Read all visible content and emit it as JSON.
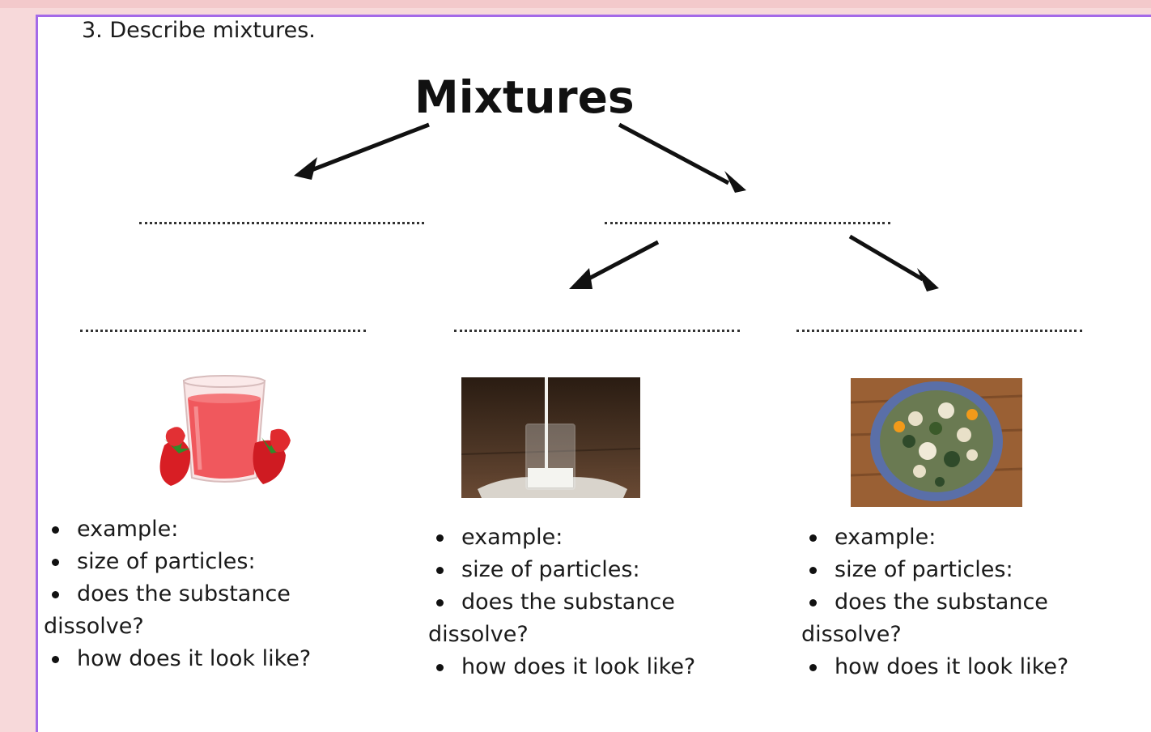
{
  "question": "3. Describe mixtures.",
  "title": "Mixtures",
  "columns": [
    {
      "image": "strawberry-juice-glass",
      "bullets": [
        "example:",
        "size of particles:",
        "does the substance",
        "dissolve?",
        "how does it look like?"
      ]
    },
    {
      "image": "milk-glass",
      "bullets": [
        "example:",
        "size of particles:",
        "does the substance",
        "dissolve?",
        "how does it look like?"
      ]
    },
    {
      "image": "vegetable-soup-bowl",
      "bullets": [
        "example:",
        "size of particles:",
        "does the substance",
        "dissolve?",
        "how does it look like?"
      ]
    }
  ],
  "colors": {
    "accent": "#a46ae8",
    "background": "#f7d9da"
  }
}
